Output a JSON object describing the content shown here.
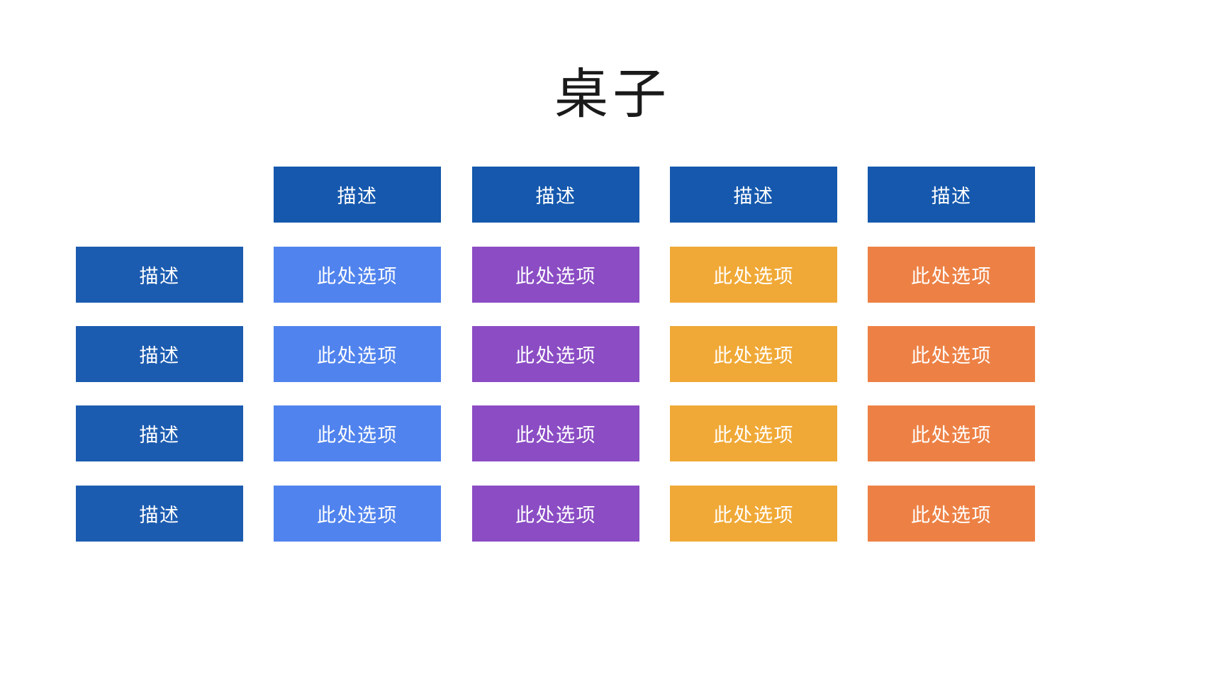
{
  "slide": {
    "title": "桌子",
    "background_color": "#ffffff"
  },
  "colors": {
    "header_blue": "#1558ad",
    "row_label_blue": "#1c5cb0",
    "column_1_blue": "#5083ed",
    "column_2_purple": "#8b4cc4",
    "column_3_amber": "#f0a936",
    "column_4_orange": "#ed8145",
    "cell_text": "#ffffff",
    "title_text": "#1a1a1a"
  },
  "table": {
    "corner_label": "",
    "column_headers": [
      "描述",
      "描述",
      "描述",
      "描述"
    ],
    "row_labels": [
      "描述",
      "描述",
      "描述",
      "描述"
    ],
    "rows": [
      [
        "此处选项",
        "此处选项",
        "此处选项",
        "此处选项"
      ],
      [
        "此处选项",
        "此处选项",
        "此处选项",
        "此处选项"
      ],
      [
        "此处选项",
        "此处选项",
        "此处选项",
        "此处选项"
      ],
      [
        "此处选项",
        "此处选项",
        "此处选项",
        "此处选项"
      ]
    ]
  }
}
